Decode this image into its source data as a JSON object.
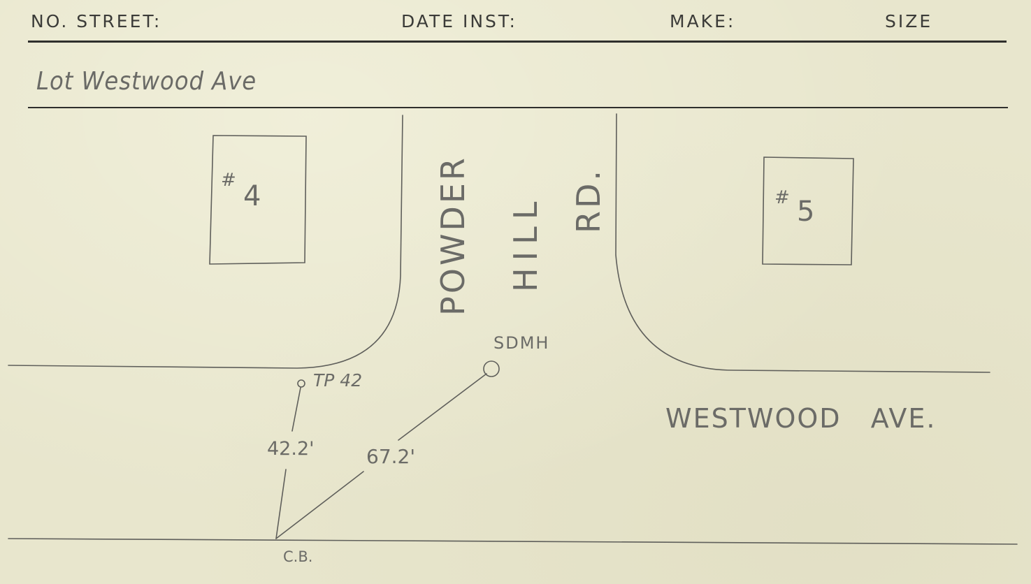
{
  "header": {
    "street_label": "NO. STREET:",
    "date_label": "DATE INST:",
    "make_label": "MAKE:",
    "size_label": "SIZE"
  },
  "entry": {
    "address": "Lot Westwood Ave"
  },
  "sketch": {
    "lot_left": "#4",
    "lot_right": "#5",
    "street_vertical": [
      "POWDER",
      "HILL",
      "RD."
    ],
    "street_horizontal": "WESTWOOD   AVE.",
    "tie_point": "TP 42",
    "manhole": "SDMH",
    "catch_basin": "C.B.",
    "distance_tp": "42.2'",
    "distance_sdmh": "67.2'"
  },
  "colors": {
    "card": "#e8e6cd",
    "ink": "#2f2f2c",
    "pencil": "#6b6b67"
  }
}
